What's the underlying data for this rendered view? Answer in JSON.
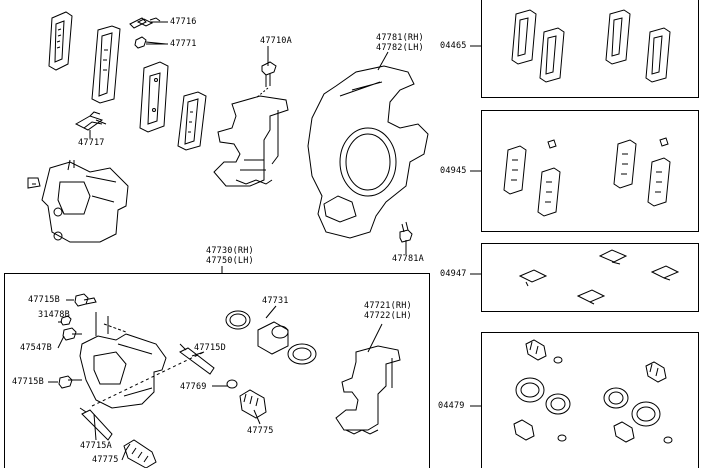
{
  "labels": {
    "p47716": "47716",
    "p47771": "47771",
    "p47717": "47717",
    "p47710A": "47710A",
    "p47781_rh": "47781(RH)",
    "p47782_lh": "47782(LH)",
    "p47781A": "47781A",
    "p47730_rh": "47730(RH)",
    "p47750_lh": "47750(LH)",
    "p47715B_top": "47715B",
    "p31478B": "31478B",
    "p47547B": "47547B",
    "p47715B_bottom": "47715B",
    "p47715A": "47715A",
    "p47775_bottom": "47775",
    "p47731": "47731",
    "p47715D": "47715D",
    "p47769": "47769",
    "p47775_mid": "47775",
    "p47721_rh": "47721(RH)",
    "p47722_lh": "47722(LH)",
    "p04465": "04465",
    "p04945": "04945",
    "p04947": "04947",
    "p04479": "04479"
  }
}
